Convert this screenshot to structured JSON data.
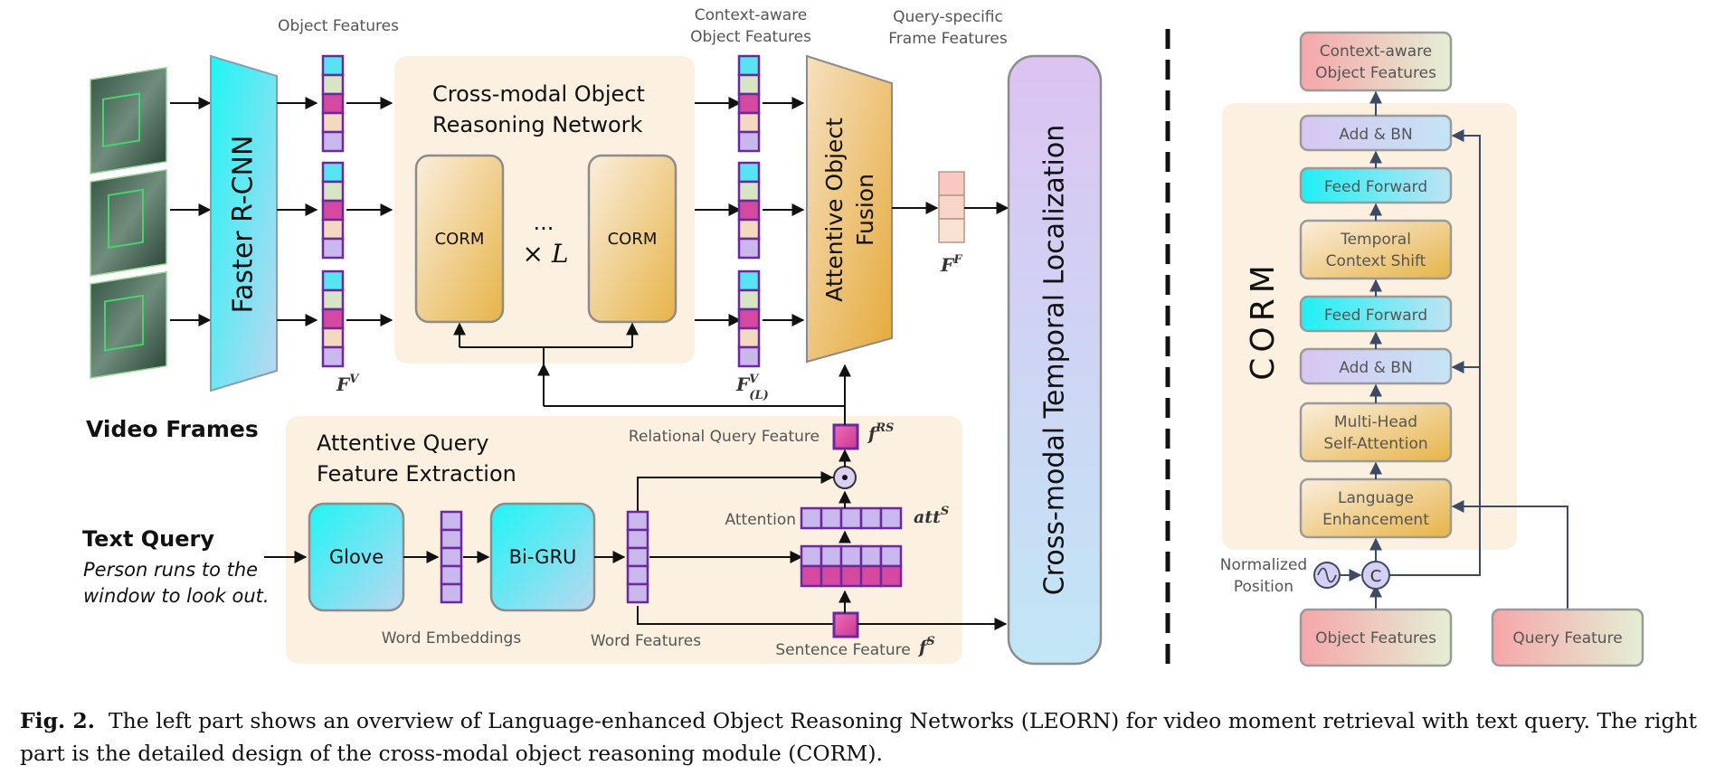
{
  "left": {
    "object_features": "Object Features",
    "context_aware": [
      "Context-aware",
      "Object Features"
    ],
    "query_specific": [
      "Query-specific",
      "Frame Features"
    ],
    "faster_rcnn": "Faster R-CNN",
    "video_frames": "Video Frames",
    "reasoning_title": [
      "Cross-modal Object",
      "Reasoning Network"
    ],
    "corm": "CORM",
    "dots": "...",
    "times_l": "× L",
    "attentive_fusion": [
      "Attentive Object",
      "Fusion"
    ],
    "temporal_localization": "Cross-modal Temporal Localization",
    "fv": "F^V",
    "fvl": "F^V_(L)",
    "ff": "F^F",
    "text_query_title": "Text Query",
    "text_query": [
      "Person runs to the",
      "window to look out."
    ],
    "aqfe_title": [
      "Attentive Query",
      "Feature Extraction"
    ],
    "glove": "Glove",
    "bigru": "Bi-GRU",
    "word_embeddings": "Word Embeddings",
    "word_features": "Word Features",
    "attention": "Attention",
    "att_s": "att^S",
    "relational_query_feature": "Relational Query Feature",
    "f_rs": "f^RS",
    "sentence_feature": "Sentence Feature",
    "f_s": "f^S",
    "odot": "⊙"
  },
  "right": {
    "corm_title": "CORM",
    "output": [
      "Context-aware",
      "Object Features"
    ],
    "add_bn": "Add & BN",
    "feed_forward": "Feed Forward",
    "temporal_shift": [
      "Temporal",
      "Context Shift"
    ],
    "mhsa": [
      "Multi-Head",
      "Self-Attention"
    ],
    "lang_enh": [
      "Language",
      "Enhancement"
    ],
    "normalized_position": [
      "Normalized",
      "Position"
    ],
    "concat": "C",
    "object_features": "Object Features",
    "query_feature": "Query Feature"
  },
  "caption": {
    "label": "Fig. 2.",
    "text": "The left part shows an overview of Language-enhanced Object Reasoning Networks (LEORN) for video moment retrieval with text query. The right part is the detailed design of the cross-modal object reasoning module (CORM)."
  },
  "colors": {
    "stack_magenta": "#d54aa0",
    "stack_cyan": "#58e3f0",
    "stack_green": "#d6e6c4",
    "stack_peach": "#f4d9c0",
    "stack_lavender": "#c9b8ee",
    "stack_border": "#6a2a9c"
  }
}
